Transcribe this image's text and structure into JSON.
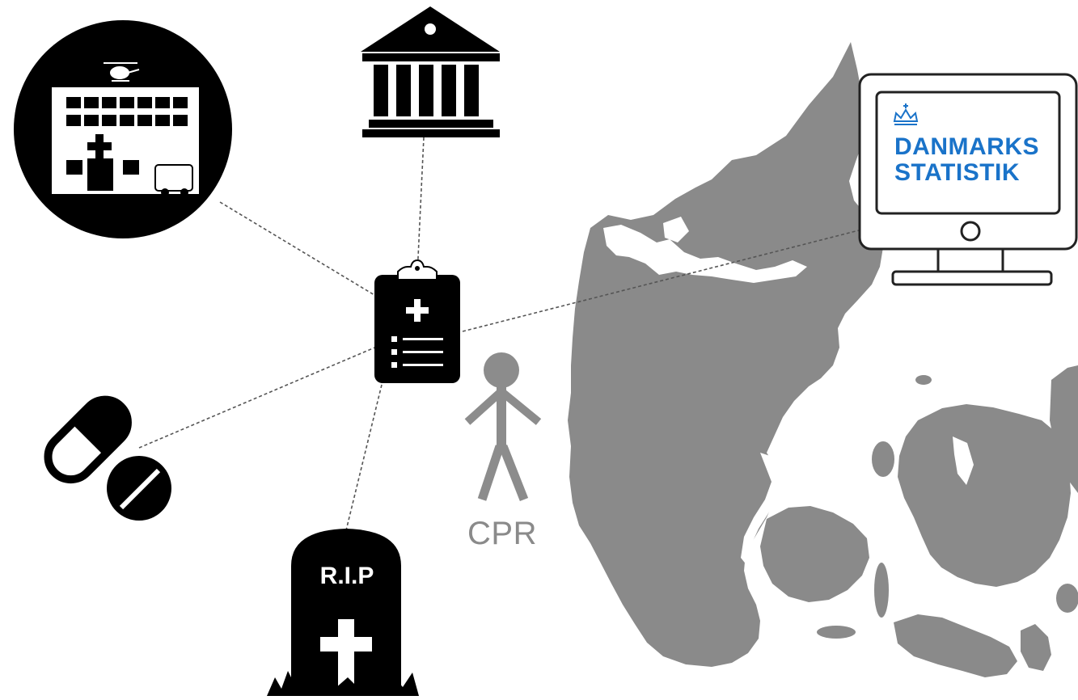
{
  "figure": {
    "person_label": "CPR",
    "monitor_logo_line1": "DANMARKS",
    "monitor_logo_line2": "STATISTIK",
    "tombstone_text": "R.I.P"
  },
  "colors": {
    "icon_black": "#000000",
    "map_gray": "#8a8a8a",
    "person_gray": "#8c8c8c",
    "logo_blue": "#1a73c9",
    "connector": "#555555"
  },
  "icons": [
    "hospital-icon",
    "government-building-icon",
    "medical-record-clipboard-icon",
    "pills-icon",
    "tombstone-icon",
    "person-icon",
    "computer-monitor-icon",
    "denmark-map"
  ]
}
